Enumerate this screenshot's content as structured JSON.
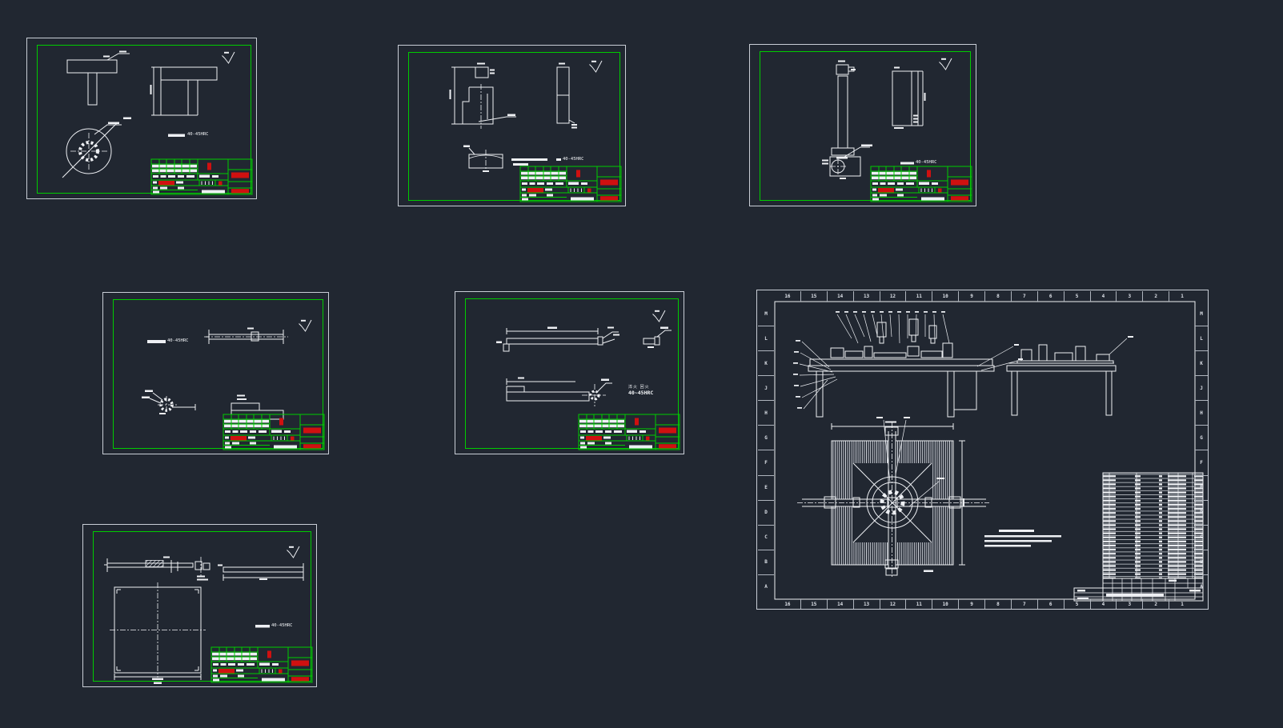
{
  "canvas": {
    "background": "#212731",
    "line_color": "#eef0f4",
    "border_green": "#00cc00",
    "highlight_red": "#d01010"
  },
  "sheets": {
    "s1": {
      "note": "40-45HRC",
      "finish_icon": "surface-roughness-check"
    },
    "s2": {
      "note": "40-45HRC",
      "finish_icon": "surface-roughness-check"
    },
    "s3": {
      "note": "40-45HRC",
      "finish_icon": "surface-roughness-check"
    },
    "s4": {
      "note": "40-45HRC",
      "finish_icon": "surface-roughness-check"
    },
    "s5": {
      "heat_line1": "淬火 回火",
      "heat_line2": "40~45HRC",
      "finish_icon": "surface-roughness-check"
    },
    "s6": {
      "zones_h": [
        "16",
        "15",
        "14",
        "13",
        "12",
        "11",
        "10",
        "9",
        "8",
        "7",
        "6",
        "5",
        "4",
        "3",
        "2",
        "1"
      ],
      "zones_v": [
        "M",
        "L",
        "K",
        "J",
        "H",
        "G",
        "F",
        "E",
        "D",
        "C",
        "B",
        "A"
      ]
    },
    "s7": {
      "note": "40-45HRC",
      "finish_icon": "surface-roughness-check"
    }
  }
}
